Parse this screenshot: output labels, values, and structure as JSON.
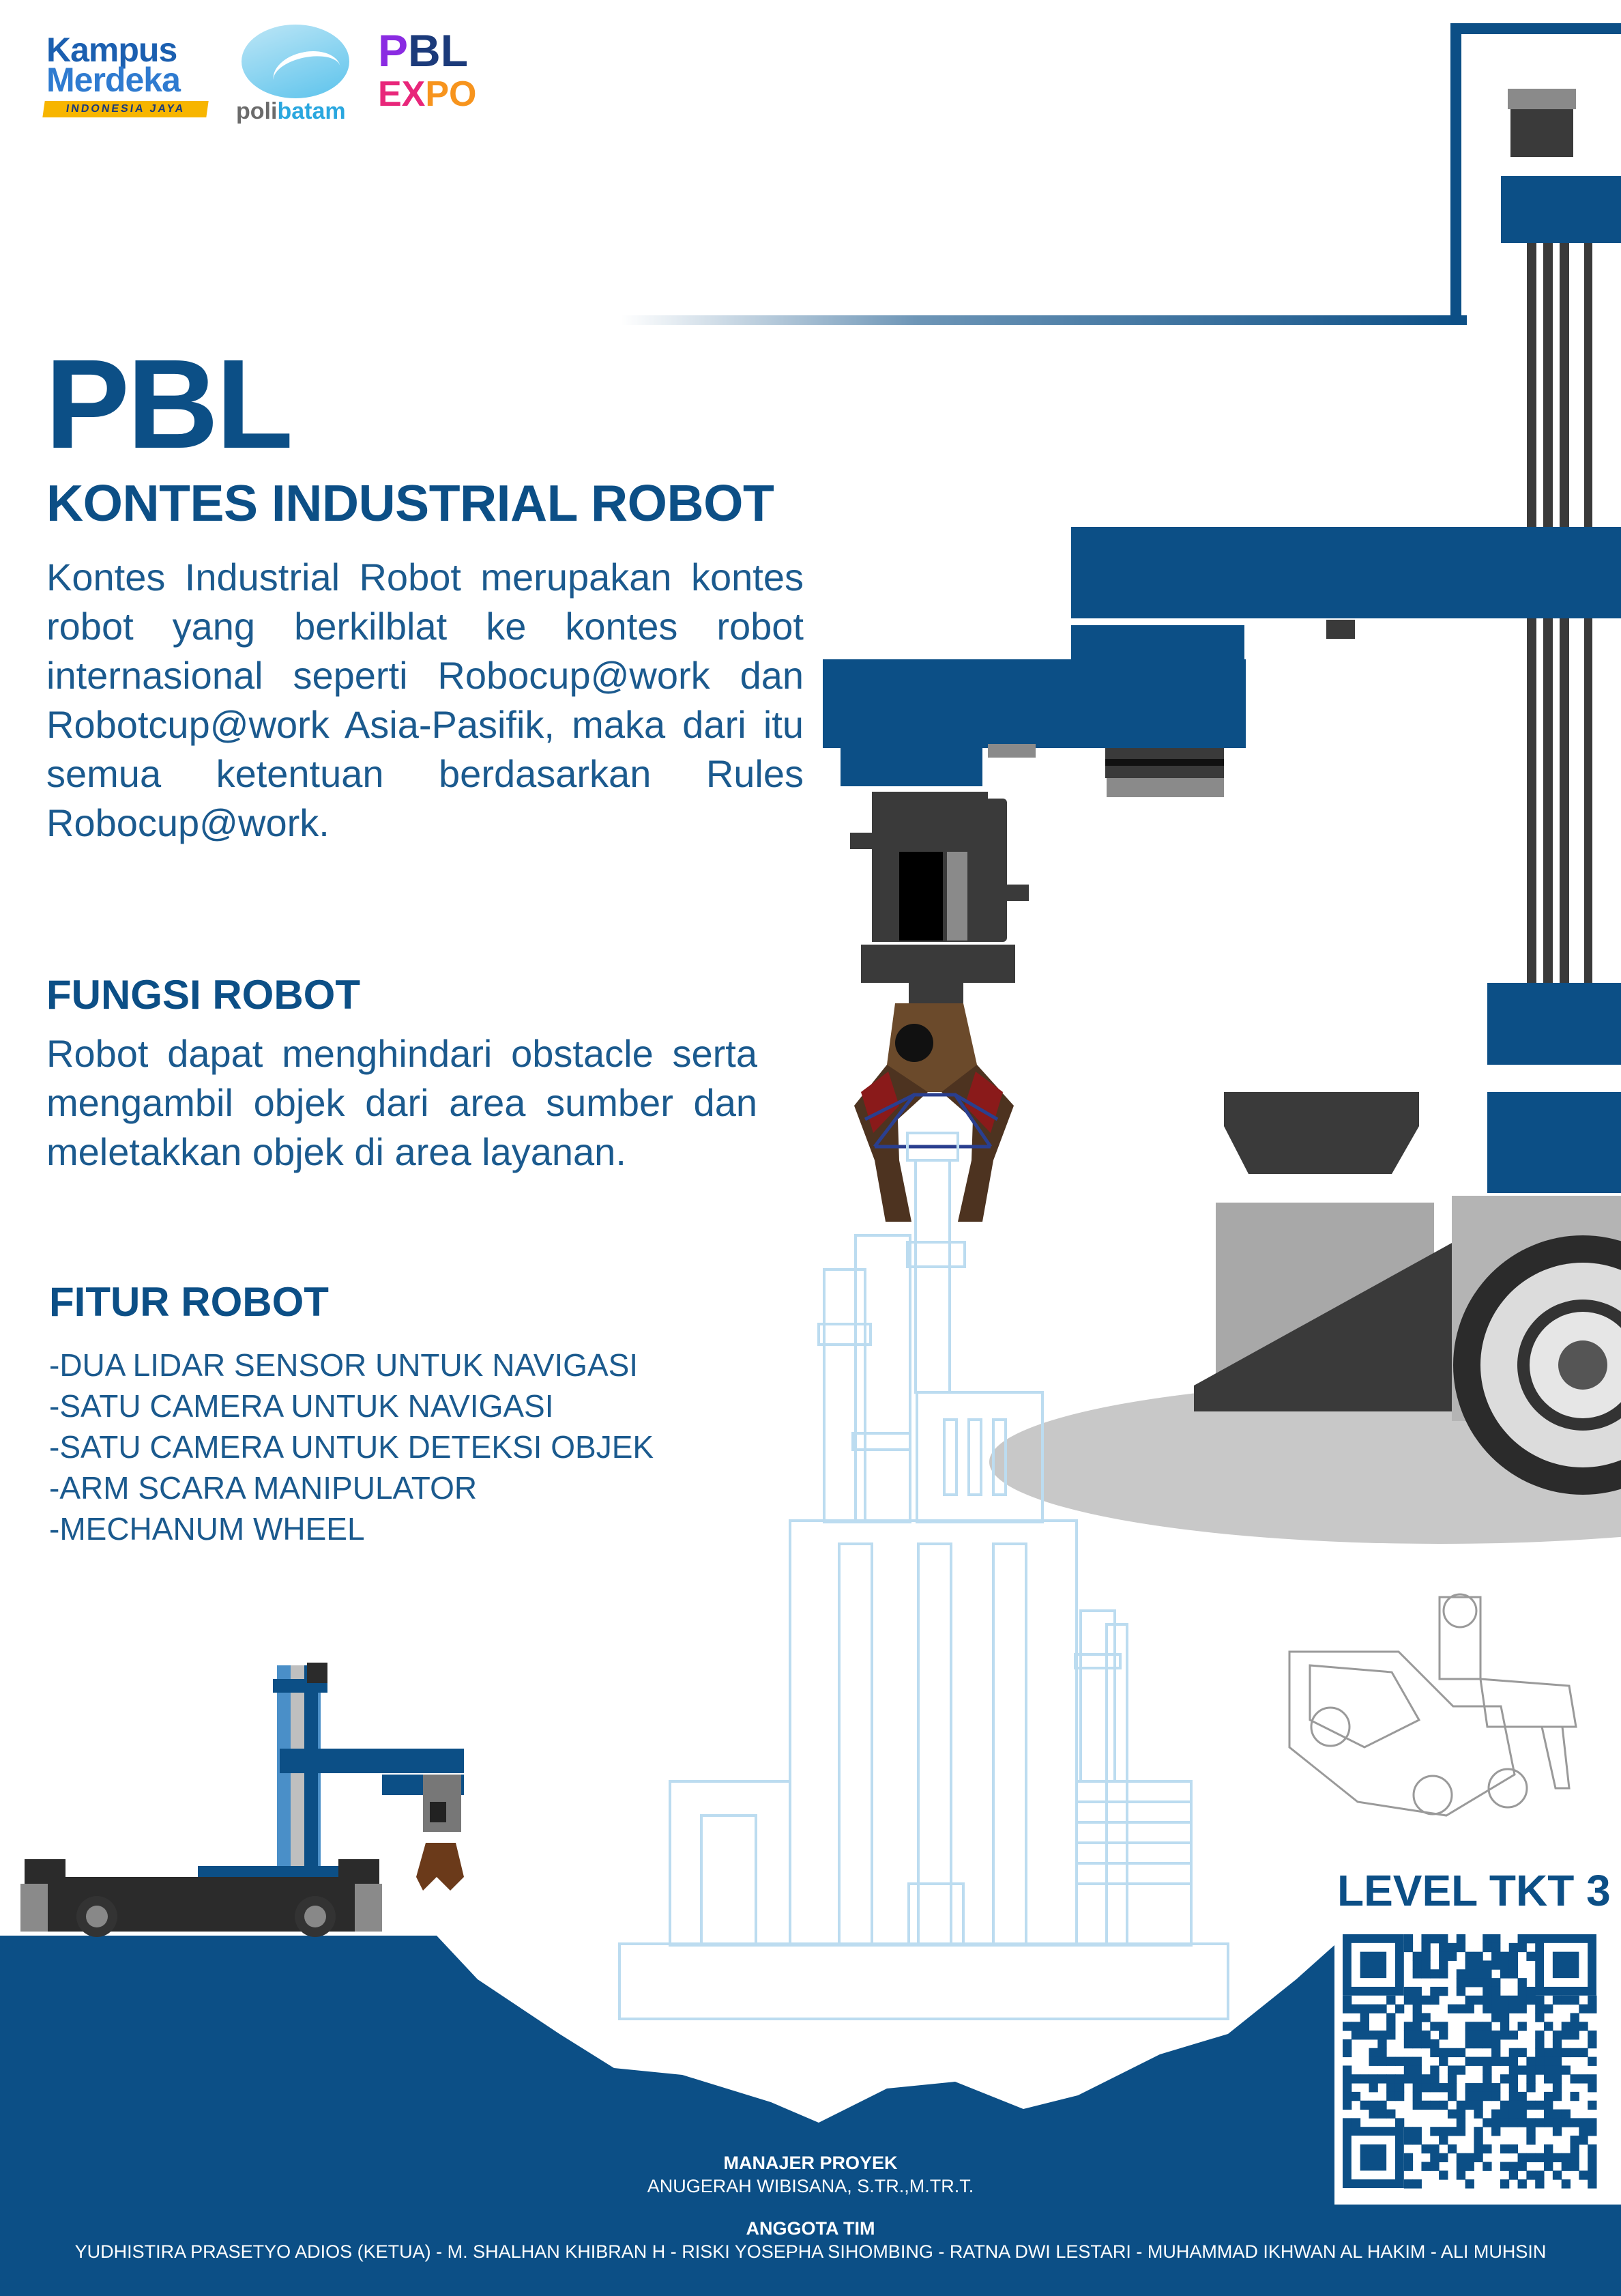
{
  "logos": {
    "kampus_merdeka": {
      "line1": "Kampus",
      "line2": "Merdeka",
      "tagline": "INDONESIA JAYA"
    },
    "polibatam": {
      "prefix": "poli",
      "suffix": "batam"
    },
    "pbl_expo": {
      "line1a": "P",
      "line1b": "BL",
      "line2a": "EX",
      "line2b": "PO"
    }
  },
  "header": {
    "title": "PBL",
    "subtitle": "KONTES INDUSTRIAL ROBOT"
  },
  "description": "Kontes Industrial Robot merupakan kontes robot yang berkilblat ke kontes robot internasional seperti Robocup@work dan Robotcup@work Asia-Pasifik, maka dari itu semua ketentuan berdasarkan Rules Robocup@work.",
  "fungsi": {
    "heading": "FUNGSI ROBOT",
    "text": "Robot dapat menghindari obstacle serta mengambil objek dari area sumber dan meletakkan objek di area layanan."
  },
  "fitur": {
    "heading": "FITUR ROBOT",
    "items": [
      "-DUA LIDAR SENSOR UNTUK NAVIGASI",
      "-SATU CAMERA UNTUK NAVIGASI",
      "-SATU CAMERA UNTUK DETEKSI OBJEK",
      "-ARM SCARA MANIPULATOR",
      "-MECHANUM WHEEL"
    ]
  },
  "level": "LEVEL TKT 3",
  "credits": {
    "manager_role": "MANAJER PROYEK",
    "manager_name": "ANUGERAH WIBISANA, S.TR.,M.TR.T.",
    "team_role": "ANGGOTA TIM",
    "team_names": "YUDHISTIRA PRASETYO ADIOS (KETUA) - M. SHALHAN KHIBRAN H - RISKI YOSEPHA SIHOMBING - RATNA DWI LESTARI - MUHAMMAD IKHWAN AL HAKIM - ALI MUHSIN"
  },
  "colors": {
    "primary": "#0c4f86",
    "text": "#1b5a8e",
    "outline": "#bcdcf0",
    "dark": "#333333"
  },
  "icons": [
    "qr-code-icon",
    "robot-arm-illustration",
    "mobile-robot-illustration",
    "building-outline-illustration"
  ]
}
